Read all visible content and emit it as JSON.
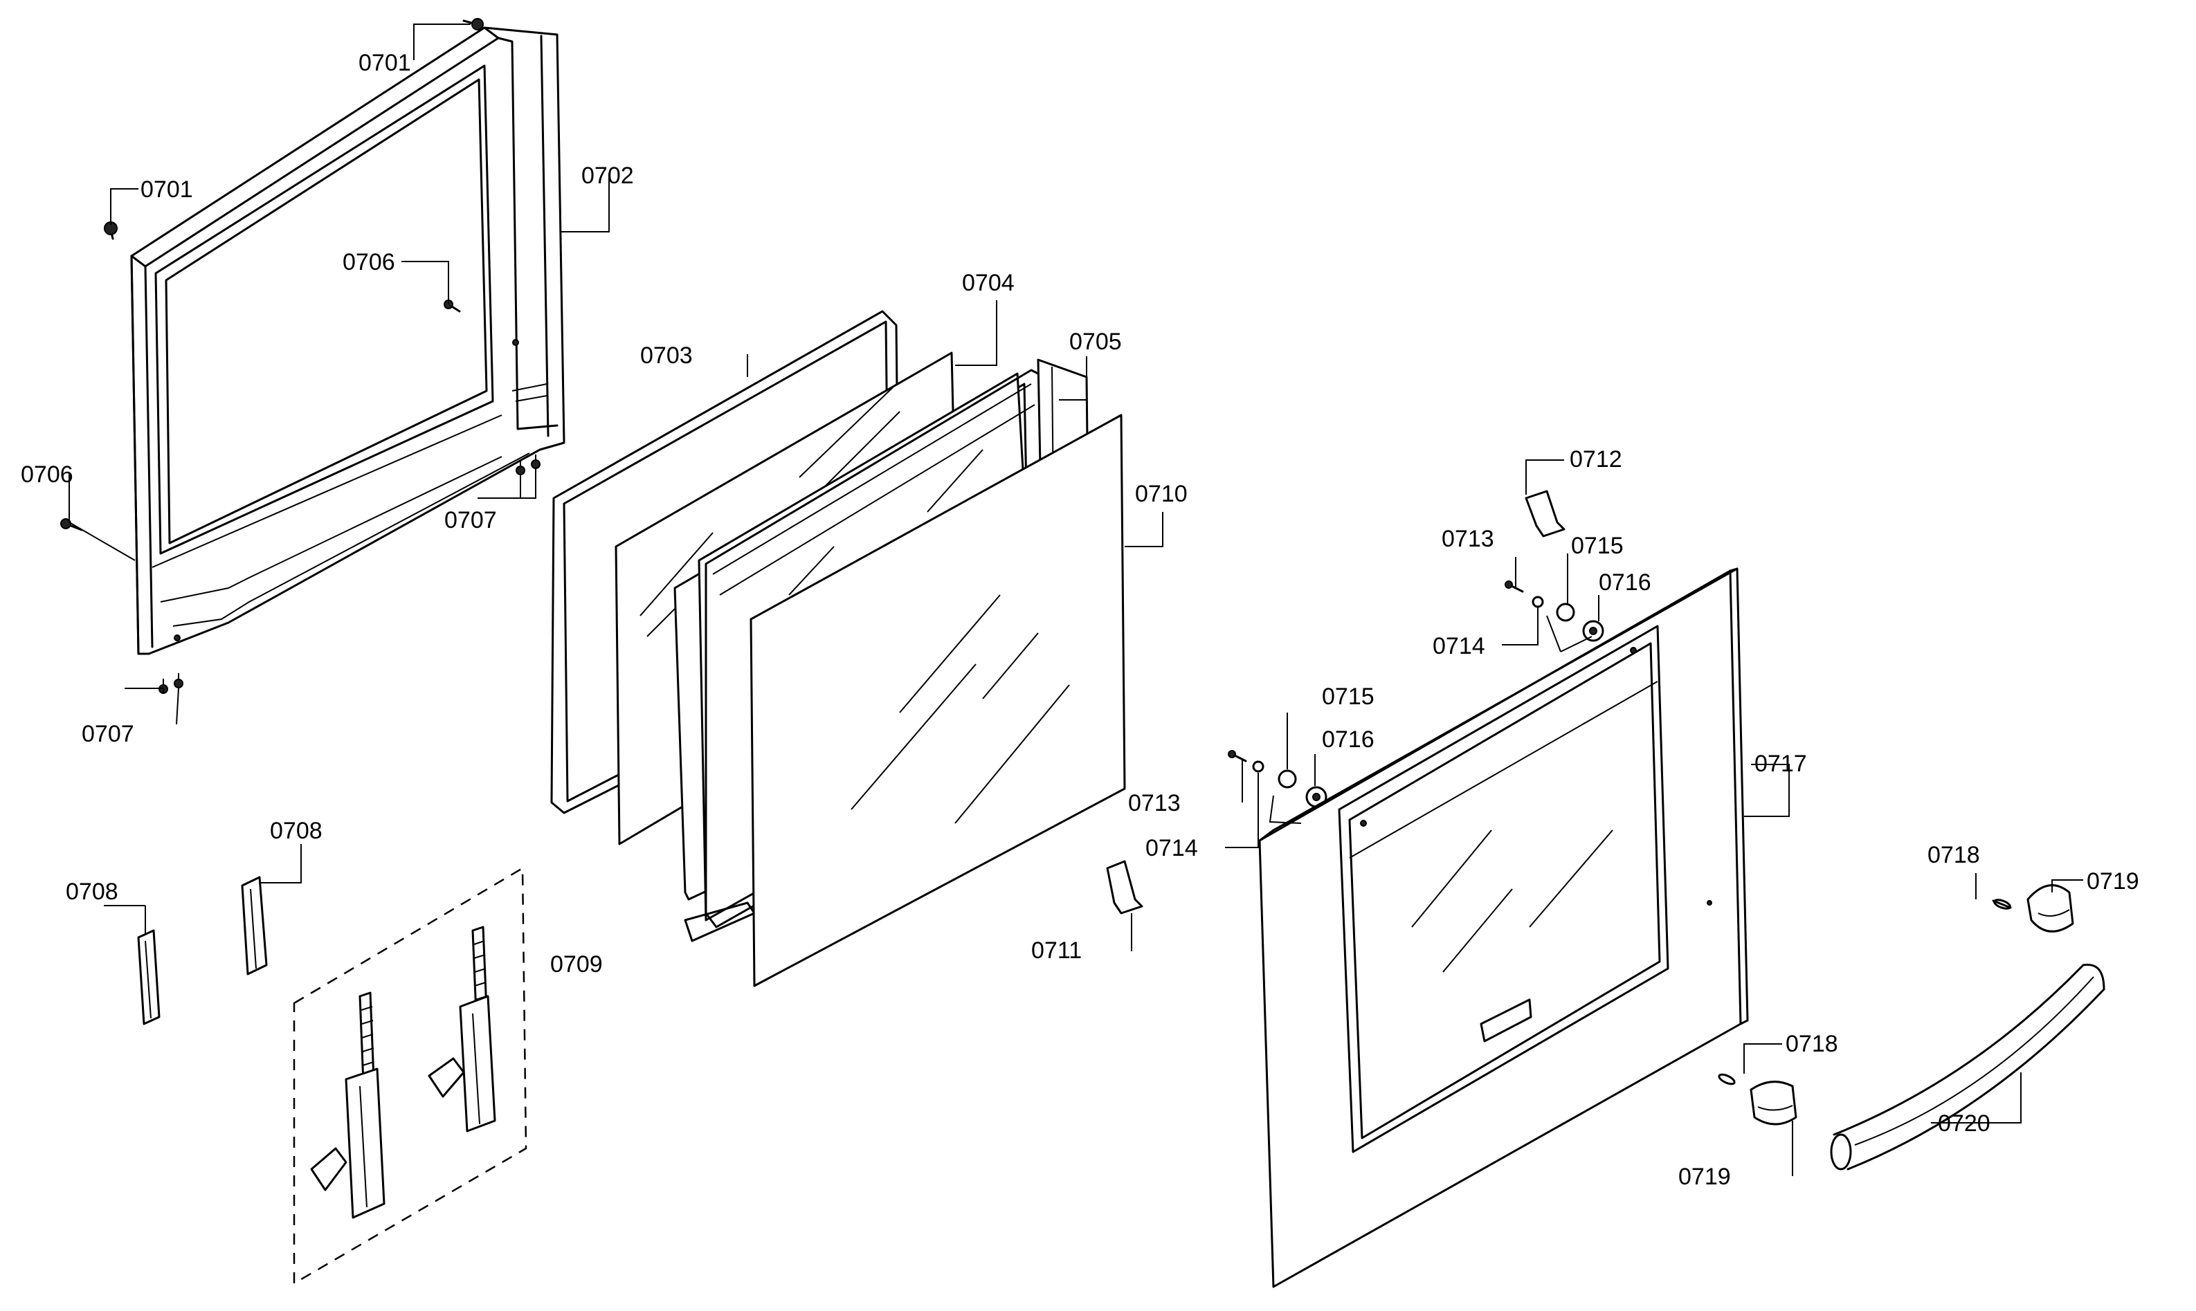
{
  "labels": {
    "p0701a": "0701",
    "p0701b": "0701",
    "p0702": "0702",
    "p0703": "0703",
    "p0704": "0704",
    "p0705": "0705",
    "p0706a": "0706",
    "p0706b": "0706",
    "p0707a": "0707",
    "p0707b": "0707",
    "p0708a": "0708",
    "p0708b": "0708",
    "p0709": "0709",
    "p0710": "0710",
    "p0711": "0711",
    "p0712": "0712",
    "p0713a": "0713",
    "p0713b": "0713",
    "p0714a": "0714",
    "p0714b": "0714",
    "p0715a": "0715",
    "p0715b": "0715",
    "p0716a": "0716",
    "p0716b": "0716",
    "p0717": "0717",
    "p0718a": "0718",
    "p0718b": "0718",
    "p0719a": "0719",
    "p0719b": "0719",
    "p0720": "0720"
  }
}
